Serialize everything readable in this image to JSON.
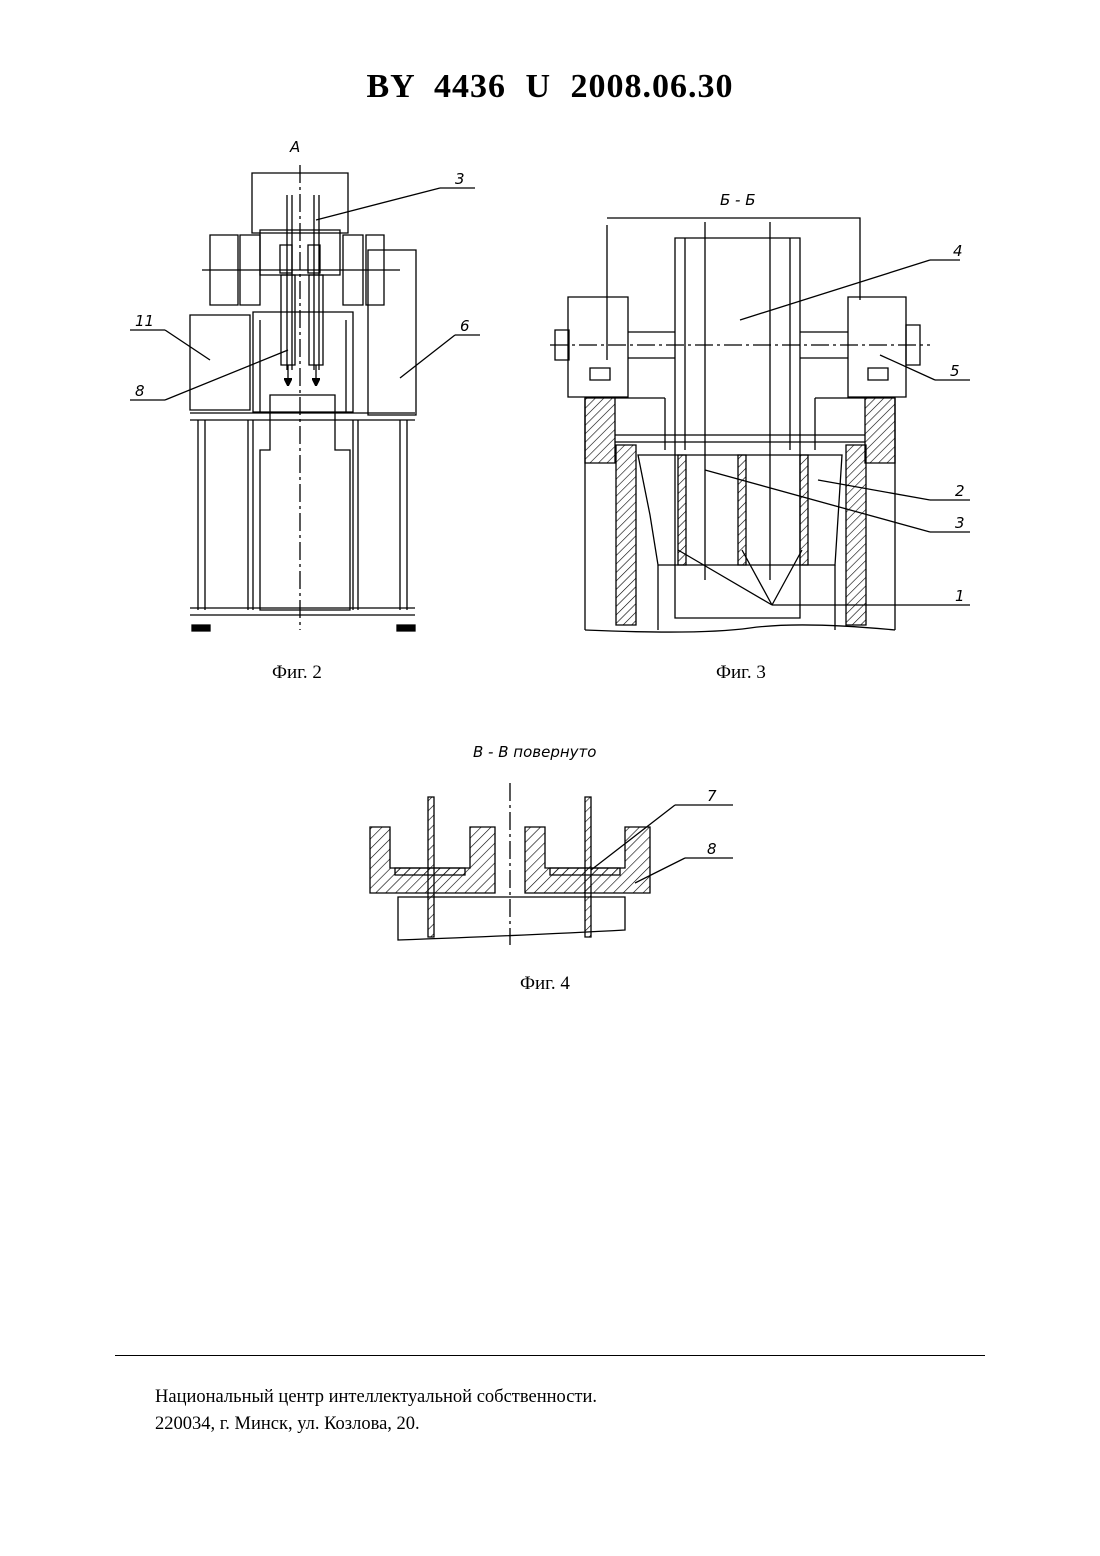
{
  "header": {
    "title": "BY  4436  U  2008.06.30"
  },
  "figures": {
    "fig2": {
      "view_label": "А",
      "caption": "Фиг. 2",
      "callouts": {
        "c3": "3",
        "c11": "11",
        "c8": "8",
        "c6": "6"
      }
    },
    "fig3": {
      "section_label": "Б - Б",
      "caption": "Фиг. 3",
      "callouts": {
        "c4": "4",
        "c5": "5",
        "c2": "2",
        "c3": "3",
        "c1": "1"
      }
    },
    "fig4": {
      "section_label": "В - В повернуто",
      "caption": "Фиг. 4",
      "callouts": {
        "c7": "7",
        "c8": "8"
      }
    }
  },
  "footer": {
    "line1": "Национальный центр интеллектуальной собственности.",
    "line2": "220034, г. Минск, ул. Козлова, 20."
  }
}
